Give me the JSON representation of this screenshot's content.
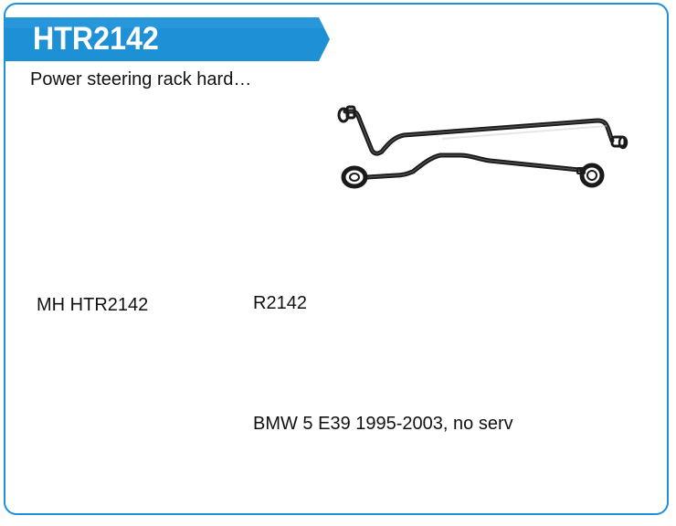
{
  "card": {
    "title": "HTR2142",
    "description": "Power steering rack hard…",
    "part_number": "MH HTR2142",
    "reference": "R2142",
    "application": "BMW 5 E39 1995-2003, no serv"
  },
  "colors": {
    "accent": "#1e90d6",
    "banner": "#1e90d6",
    "text": "#111111"
  },
  "image": {
    "subject": "power-steering-hard-lines-photo"
  }
}
